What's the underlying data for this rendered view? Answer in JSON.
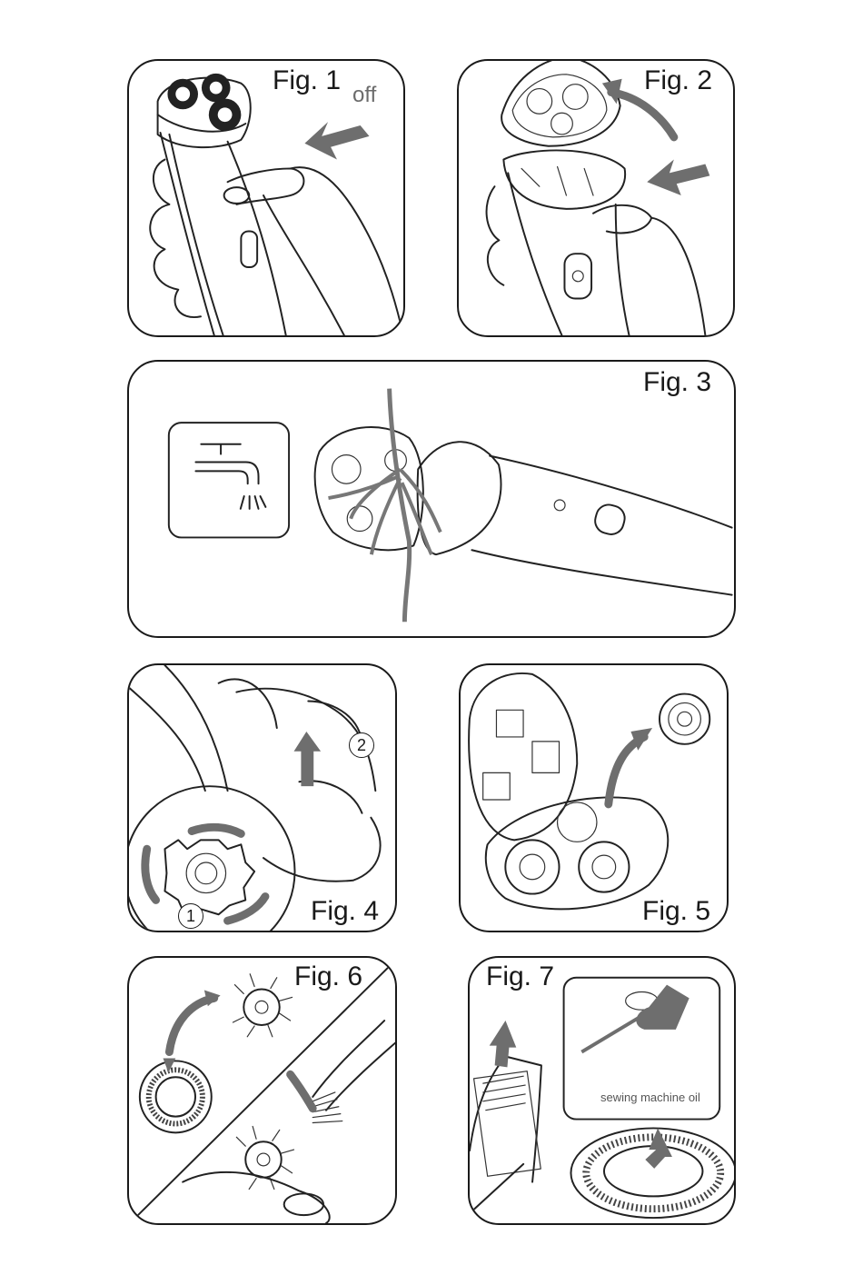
{
  "figures": {
    "fig1": {
      "label": "Fig. 1",
      "note": "off"
    },
    "fig2": {
      "label": "Fig. 2"
    },
    "fig3": {
      "label": "Fig. 3"
    },
    "fig4": {
      "label": "Fig. 4",
      "step1": "1",
      "step2": "2"
    },
    "fig5": {
      "label": "Fig. 5"
    },
    "fig6": {
      "label": "Fig. 6"
    },
    "fig7": {
      "label": "Fig. 7",
      "oil_label": "sewing machine oil"
    }
  },
  "colors": {
    "outline": "#1a1a1a",
    "arrow": "#6e6e6e",
    "background": "#ffffff"
  },
  "icons": [
    "power-icon",
    "faucet-icon",
    "oil-bottle-icon",
    "arrow-icon"
  ]
}
